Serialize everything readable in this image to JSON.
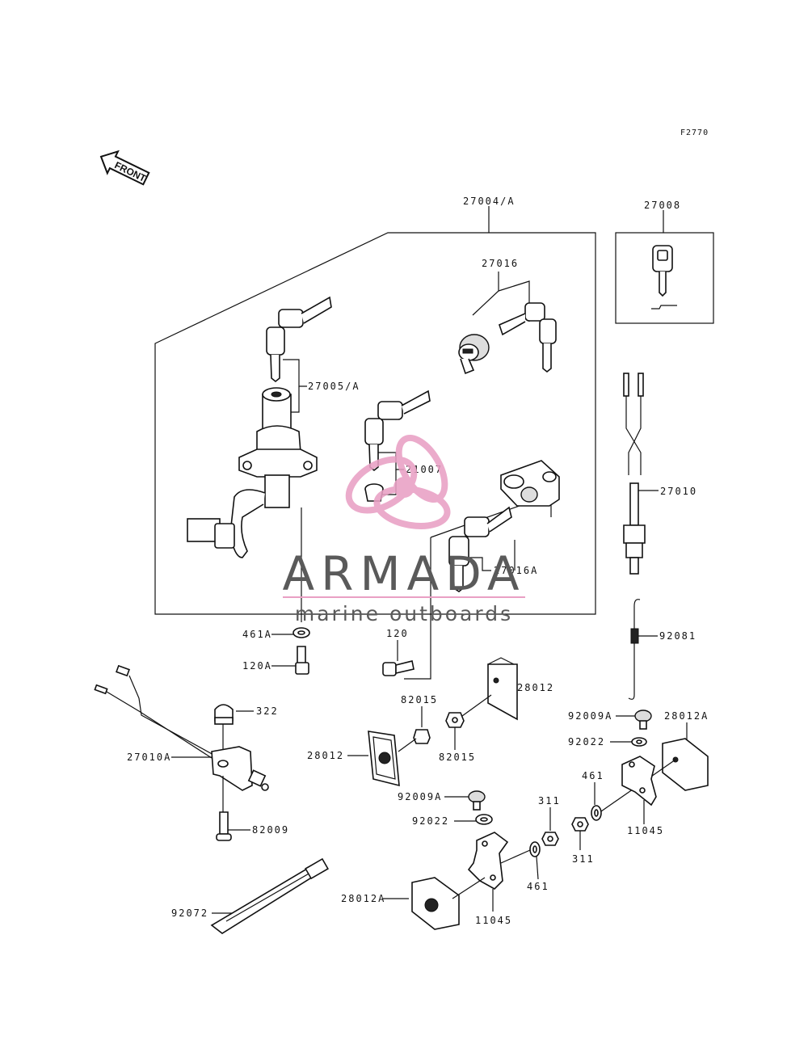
{
  "figure_code": "F2770",
  "front_arrow_label": "FRONT",
  "labels": {
    "p27004A": "27004/A",
    "p27008": "27008",
    "p27016": "27016",
    "p27005A": "27005/A",
    "p21007": "21007",
    "p27010": "27010",
    "p27016A": "27016A",
    "p461A": "461A",
    "p120A": "120A",
    "p120": "120",
    "p92081": "92081",
    "p322": "322",
    "p28012a": "28012",
    "p82015a": "82015",
    "p92009A_r": "92009A",
    "p28012A_r": "28012A",
    "p27010A": "27010A",
    "p28012b": "28012",
    "p82015b": "82015",
    "p92022_r": "92022",
    "p461_r": "461",
    "p92009A_c": "92009A",
    "p311a": "311",
    "p92022_c": "92022",
    "p82009": "82009",
    "p11045_r": "11045",
    "p311b": "311",
    "p461_c": "461",
    "p92072": "92072",
    "p28012A_c": "28012A",
    "p11045_c": "11045"
  },
  "watermark": {
    "brand": "ARMADA",
    "tagline": "marine outboards",
    "logo_color": "#e9a0c4"
  }
}
